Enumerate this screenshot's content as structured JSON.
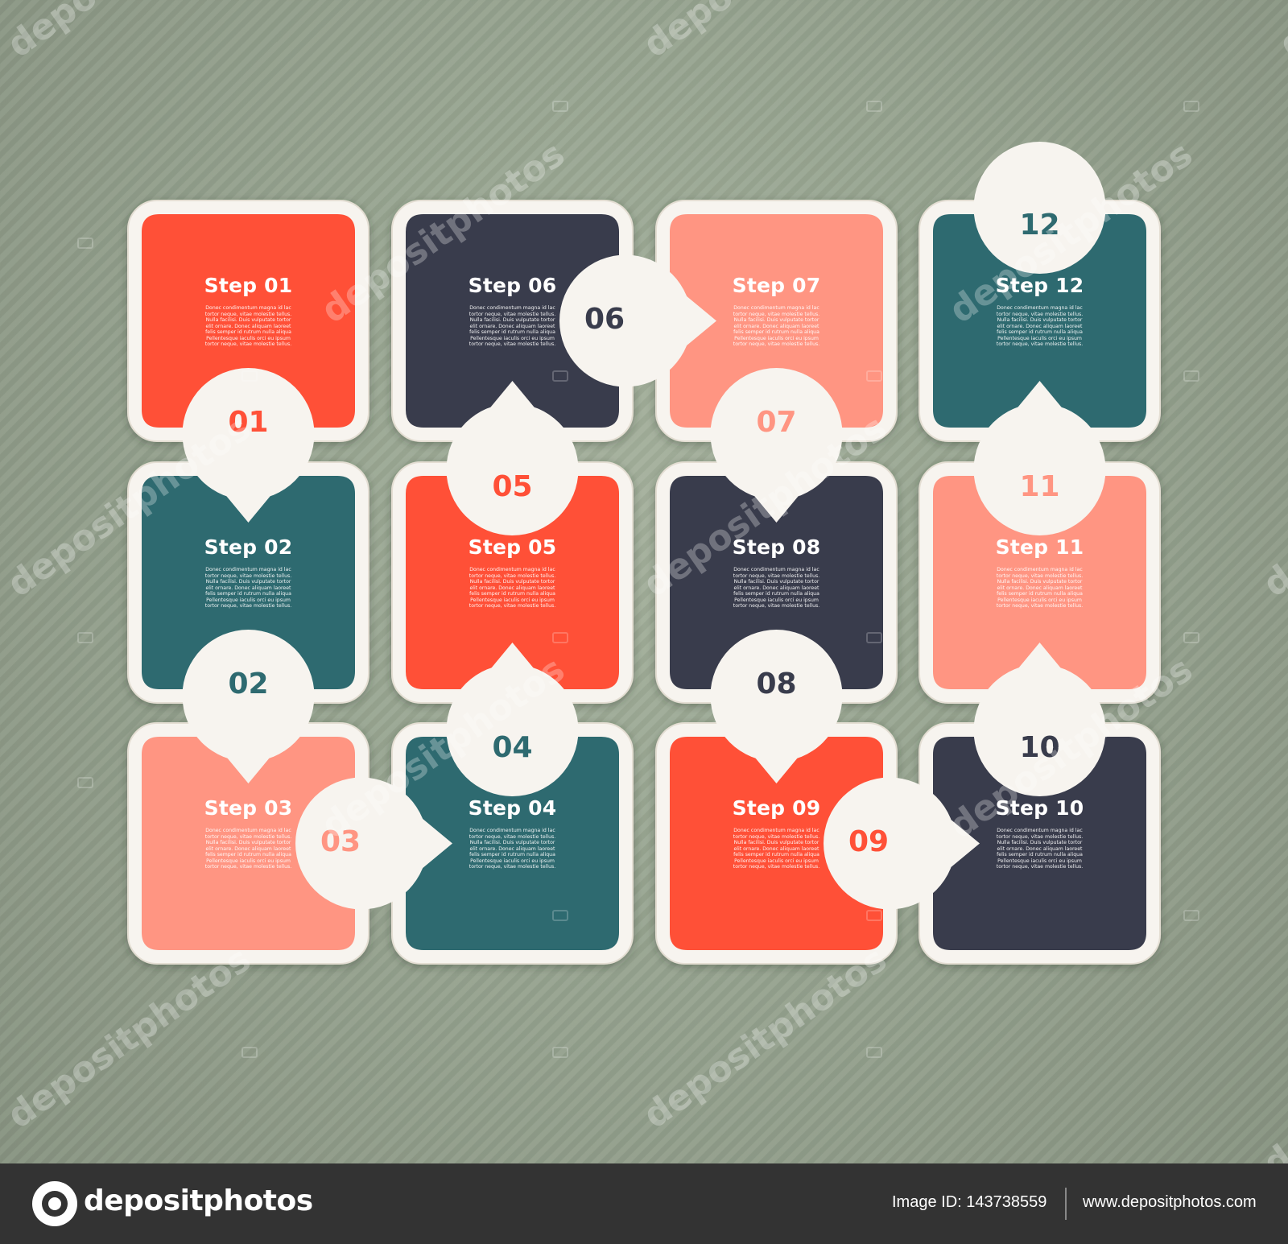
{
  "colors": {
    "coral": "#ff5037",
    "navy": "#393c4c",
    "salmon": "#ff9582",
    "teal": "#2e6a70",
    "frame": "#f7f4ef"
  },
  "steps": [
    {
      "id": "01",
      "title": "Step 01",
      "color": "coral"
    },
    {
      "id": "02",
      "title": "Step 02",
      "color": "teal"
    },
    {
      "id": "03",
      "title": "Step 03",
      "color": "salmon"
    },
    {
      "id": "04",
      "title": "Step 04",
      "color": "teal"
    },
    {
      "id": "05",
      "title": "Step 05",
      "color": "coral"
    },
    {
      "id": "06",
      "title": "Step 06",
      "color": "navy"
    },
    {
      "id": "07",
      "title": "Step 07",
      "color": "salmon"
    },
    {
      "id": "08",
      "title": "Step 08",
      "color": "navy"
    },
    {
      "id": "09",
      "title": "Step 09",
      "color": "coral"
    },
    {
      "id": "10",
      "title": "Step 10",
      "color": "navy"
    },
    {
      "id": "11",
      "title": "Step 11",
      "color": "salmon"
    },
    {
      "id": "12",
      "title": "Step 12",
      "color": "teal"
    }
  ],
  "body_text": [
    "Donec condimentum magna id lac",
    "tortor neque, vitae molestie tellus.",
    "Nulla facilisi. Duis vulputate tortor",
    "elit ornare. Donec aliquam laoreet",
    "felis semper id rutrum nulla aliqua",
    "Pellentesque iaculis orci eu ipsum",
    "tortor neque, vitae molestie tellus."
  ],
  "watermark": {
    "text": "depositphotos"
  },
  "footer": {
    "logo_text": "depositphotos",
    "image_id": "Image ID: 143738559",
    "site_url": "www.depositphotos.com"
  }
}
